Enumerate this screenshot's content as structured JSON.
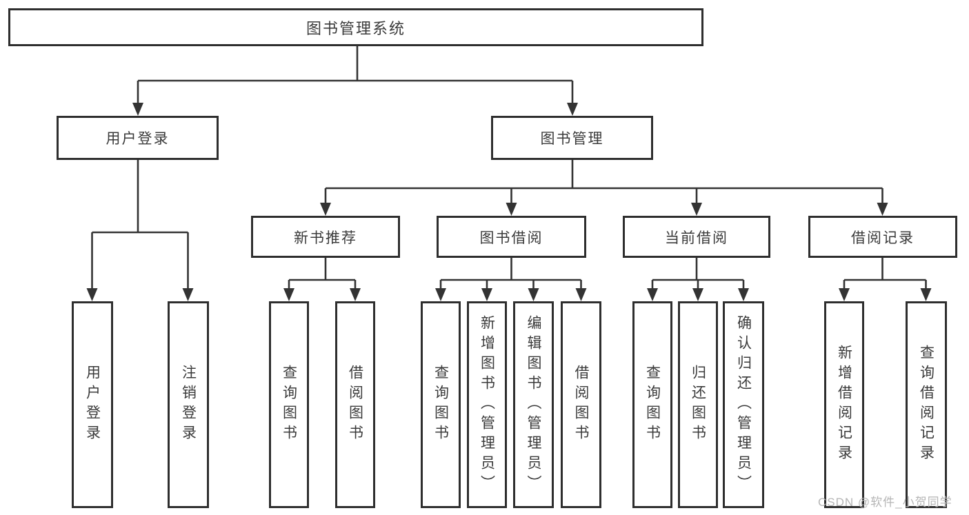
{
  "diagram": {
    "root": {
      "label": "图书管理系统"
    },
    "branches": [
      {
        "label": "用户登录",
        "children": [
          {
            "label": "用户登录"
          },
          {
            "label": "注销登录"
          }
        ]
      },
      {
        "label": "图书管理",
        "children": [
          {
            "label": "新书推荐",
            "children": [
              {
                "label": "查询图书"
              },
              {
                "label": "借阅图书"
              }
            ]
          },
          {
            "label": "图书借阅",
            "children": [
              {
                "label": "查询图书"
              },
              {
                "label": "新增图书（管理员）"
              },
              {
                "label": "编辑图书（管理员）"
              },
              {
                "label": "借阅图书"
              }
            ]
          },
          {
            "label": "当前借阅",
            "children": [
              {
                "label": "查询图书"
              },
              {
                "label": "归还图书"
              },
              {
                "label": "确认归还（管理员）"
              }
            ]
          },
          {
            "label": "借阅记录",
            "children": [
              {
                "label": "新增借阅记录"
              },
              {
                "label": "查询借阅记录"
              }
            ]
          }
        ]
      }
    ]
  },
  "watermark": {
    "text": "CSDN @软件_小贺同学"
  },
  "colors": {
    "line": "#333333",
    "box_border": "#2e2e2e",
    "text": "#3a3a3a",
    "watermark": "#b5b5b5",
    "background": "#ffffff"
  }
}
